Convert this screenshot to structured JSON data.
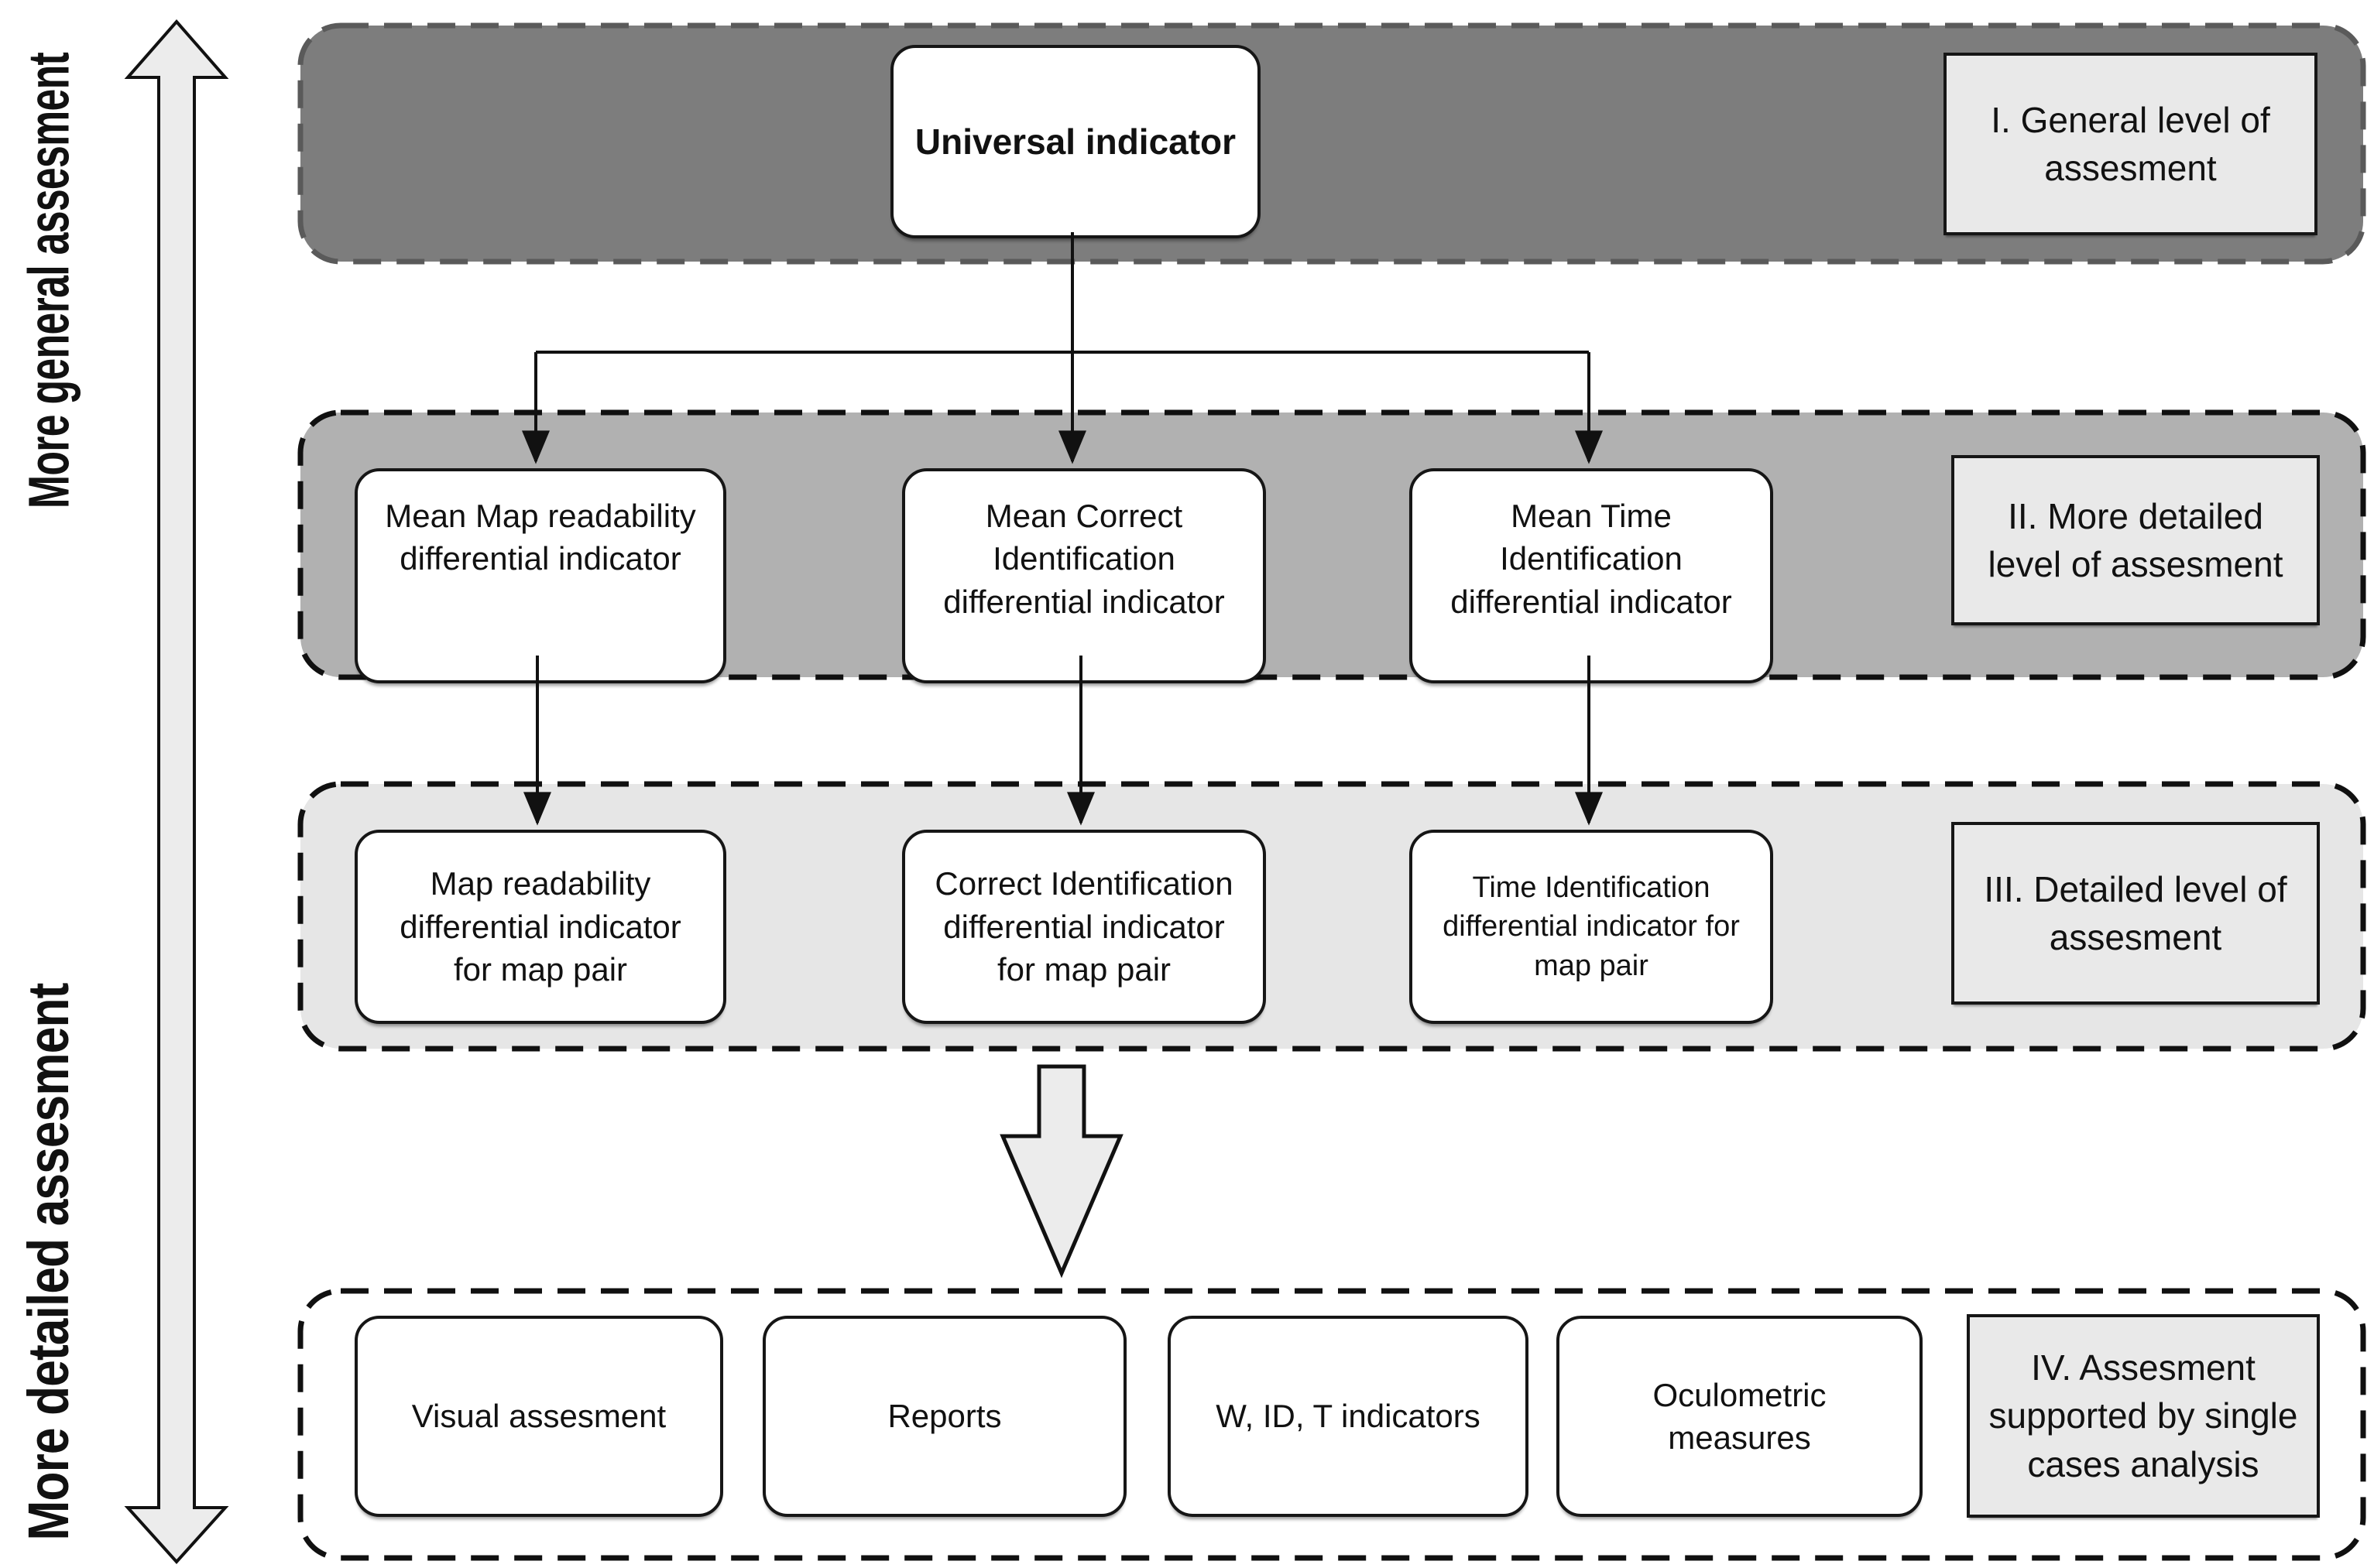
{
  "figure": {
    "type": "hierarchy-diagram",
    "axis": {
      "top_label": "More general assesment",
      "bottom_label": "More detailed assesment"
    },
    "levels": [
      {
        "id": "I",
        "band_label": "I. General level of\nassesment",
        "nodes": [
          "Universal indicator"
        ]
      },
      {
        "id": "II",
        "band_label": "II. More detailed\nlevel of assesment",
        "nodes": [
          "Mean Map readability\ndifferential indicator",
          "Mean Correct\nIdentification\ndifferential indicator",
          "Mean Time\nIdentification\ndifferential indicator"
        ]
      },
      {
        "id": "III",
        "band_label": "III. Detailed level of\nassesment",
        "nodes": [
          "Map readability\ndifferential indicator\nfor map pair",
          "Correct Identification\ndifferential indicator\nfor map pair",
          "Time Identification\ndifferential indicator for\nmap pair"
        ]
      },
      {
        "id": "IV",
        "band_label": "IV. Assesment\nsupported by  single\ncases analysis",
        "nodes": [
          "Visual assesment",
          "Reports",
          "W, ID, T indicators",
          "Oculometric\nmeasures"
        ]
      }
    ],
    "edges": [
      {
        "from": "Universal indicator",
        "to": "Mean Map readability differential indicator"
      },
      {
        "from": "Universal indicator",
        "to": "Mean Correct Identification differential indicator"
      },
      {
        "from": "Universal indicator",
        "to": "Mean Time Identification differential indicator"
      },
      {
        "from": "Mean Map readability differential indicator",
        "to": "Map readability differential indicator for map pair"
      },
      {
        "from": "Mean Correct Identification differential indicator",
        "to": "Correct Identification differential indicator for map pair"
      },
      {
        "from": "Mean Time Identification differential indicator",
        "to": "Time Identification differential indicator for map pair"
      },
      {
        "from": "level III",
        "to": "level IV",
        "style": "block-arrow"
      }
    ],
    "colors": {
      "band1_fill": "#7d7d7d",
      "band1_border": "#5a5a5a",
      "band2_fill": "#b1b1b1",
      "band3_fill": "#e6e6e6",
      "band4_fill": "#ffffff",
      "band_border": "#101010",
      "node_fill": "#ffffff",
      "node_border": "#161616",
      "label_fill": "#e9e9e9",
      "arrow_fill": "#ececec",
      "line": "#111111"
    }
  }
}
